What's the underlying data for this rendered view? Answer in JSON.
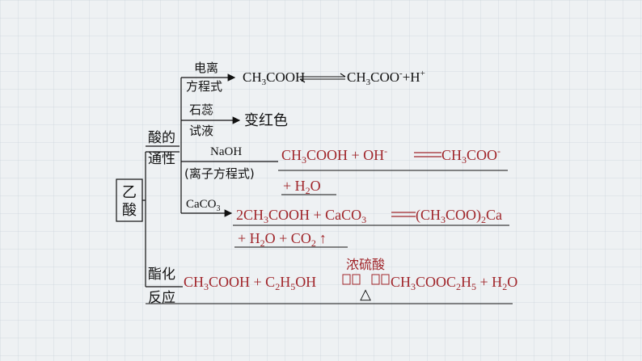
{
  "root": {
    "line1": "乙",
    "line2": "酸"
  },
  "acidity_branch": {
    "line1": "酸的",
    "line2": "通性"
  },
  "esterification_branch": {
    "line1": "酯化",
    "line2": "反应"
  },
  "ionization": {
    "label_line1": "电离",
    "label_line2": "方程式",
    "reactant": "CH",
    "reactant_sub": "3",
    "reactant_tail": "COOH",
    "product": "CH",
    "product_sub": "3",
    "product_tail": "COO",
    "product_sup": "-",
    "plus_h": "+H",
    "plus_sup": "+"
  },
  "litmus": {
    "label_line1": "石蕊",
    "label_line2": "试液",
    "result": "变红色"
  },
  "naoh": {
    "label_line1": "NaOH",
    "label_line2": "(离子方程式)",
    "answer_line1_a": "CH",
    "answer_line1_sub": "3",
    "answer_line1_b": "COOH + OH",
    "answer_line1_sup": "-",
    "answer_line1_c": "CH",
    "answer_line1_sub2": "3",
    "answer_line1_d": "COO",
    "answer_line1_sup2": "-",
    "answer_line2": "+ H",
    "answer_line2_sub": "2",
    "answer_line2_tail": "O"
  },
  "caco3": {
    "label": "CaCO",
    "label_sub": "3",
    "answer_line1_a": "2CH",
    "answer_line1_sub": "3",
    "answer_line1_b": "COOH + CaCO",
    "answer_line1_sub2": "3",
    "answer_line1_c": "(CH",
    "answer_line1_sub3": "3",
    "answer_line1_d": "COO)",
    "answer_line1_sub4": "2",
    "answer_line1_e": "Ca",
    "answer_line2_a": "+ H",
    "answer_line2_sub": "2",
    "answer_line2_b": "O + CO",
    "answer_line2_sub2": "2",
    "answer_line2_arrow": "↑"
  },
  "ester": {
    "catalyst": "浓硫酸",
    "heat": "△",
    "left_a": "CH",
    "left_sub": "3",
    "left_b": "COOH + C",
    "left_sub2": "2",
    "left_c": "H",
    "left_sub3": "5",
    "left_d": "OH",
    "right_a": "CH",
    "right_sub": "3",
    "right_b": "COOC",
    "right_sub2": "2",
    "right_c": "H",
    "right_sub3": "5",
    "right_d": " + H",
    "right_sub4": "2",
    "right_e": "O"
  },
  "colors": {
    "answer": "#a0252a",
    "line": "#111111",
    "background": "#eef1f3"
  }
}
